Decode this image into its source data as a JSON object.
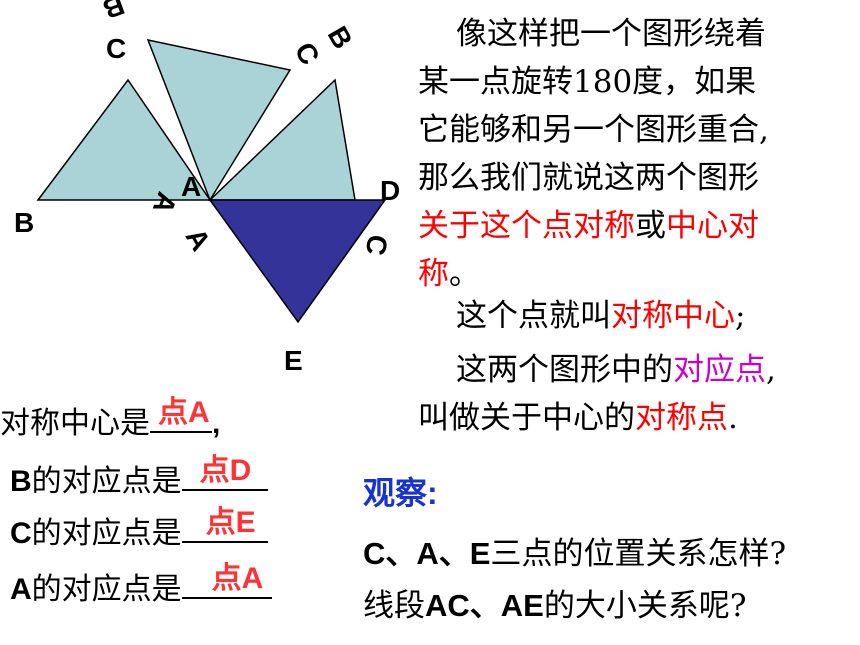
{
  "diagram": {
    "colors": {
      "light_triangle": "#a9d3d6",
      "dark_triangle": "#333399",
      "stroke": "#000000"
    },
    "labels": {
      "b_top": "B",
      "c_top": "C",
      "c_right": "C",
      "b_right": "B",
      "a_center": "A",
      "a_rot1": "A",
      "a_rot2": "A",
      "d": "D",
      "b_left": "B",
      "c_side": "C",
      "e": "E"
    }
  },
  "paragraph": {
    "l1": "像这样把一个图形绕着",
    "l2": "某一点旋转180度，如果",
    "l3": "它能够和另一个图形重合,",
    "l4": "那么我们就说这两个图形",
    "l5_red1": "关于这个点对称",
    "l5_mid": "或",
    "l5_red2": "中心对",
    "l6_red": "称",
    "l6_end": "。"
  },
  "definition": {
    "prefix": "这个点就叫",
    "term": "对称中心",
    "suffix": ";"
  },
  "correspondence": {
    "l1_prefix": "这两个图形中的",
    "l1_term": "对应点",
    "l1_suffix": ",",
    "l2_prefix": "叫做关于中心的",
    "l2_term": "对称点",
    "l2_suffix": "."
  },
  "answers": [
    {
      "pt": "",
      "label": "对称中心是",
      "answer_cn": "点",
      "answer_pt": "A",
      "tail": ","
    },
    {
      "pt": "B",
      "label": "的对应点是",
      "answer_cn": "点",
      "answer_pt": "D",
      "tail": ""
    },
    {
      "pt": "C",
      "label": "的对应点是",
      "answer_cn": "点",
      "answer_pt": "E",
      "tail": ""
    },
    {
      "pt": "A",
      "label": "的对应点是",
      "answer_cn": "点",
      "answer_pt": "A",
      "tail": ""
    }
  ],
  "observe": {
    "title": "观察:",
    "q1_pts": "C、A、E",
    "q1_text": "三点的位置关系怎样?",
    "q2_prefix": "线段",
    "q2_pts": "AC、AE",
    "q2_text": "的大小关系呢?"
  }
}
